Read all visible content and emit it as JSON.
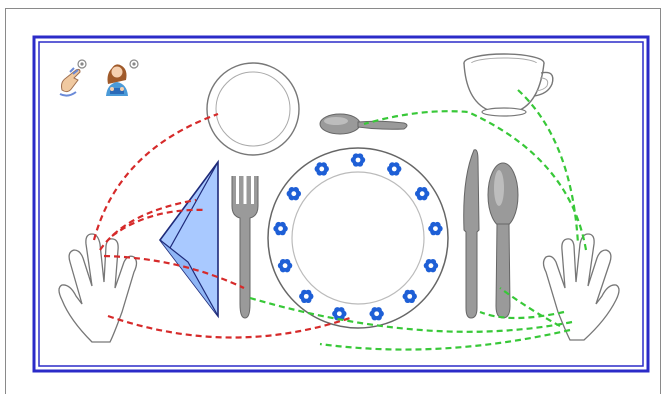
{
  "diagram": {
    "subject": "place setting",
    "colors": {
      "placemat_border": "#2b2bc8",
      "left_hand_path": "#d62a2a",
      "right_hand_path": "#38c838",
      "napkin_fill": "#a9c9ff",
      "napkin_stroke": "#1e2a7a",
      "flower": "#1e5fd6",
      "cutlery": "#9a9a9a",
      "outline": "#555555"
    },
    "items": [
      {
        "id": "bread-plate",
        "icon": "bread-plate-icon"
      },
      {
        "id": "cup",
        "icon": "cup-icon"
      },
      {
        "id": "dessert-spoon",
        "icon": "spoon-icon"
      },
      {
        "id": "napkin",
        "icon": "napkin-icon"
      },
      {
        "id": "fork",
        "icon": "fork-icon"
      },
      {
        "id": "dinner-plate",
        "icon": "plate-icon"
      },
      {
        "id": "knife",
        "icon": "knife-icon"
      },
      {
        "id": "soup-spoon",
        "icon": "spoon-icon"
      },
      {
        "id": "left-hand",
        "icon": "left-hand-icon"
      },
      {
        "id": "right-hand",
        "icon": "right-hand-icon"
      }
    ],
    "toolbar": [
      {
        "id": "hand-sound",
        "icon": "hand-sound-icon"
      },
      {
        "id": "person-sound",
        "icon": "person-sound-icon"
      }
    ]
  }
}
